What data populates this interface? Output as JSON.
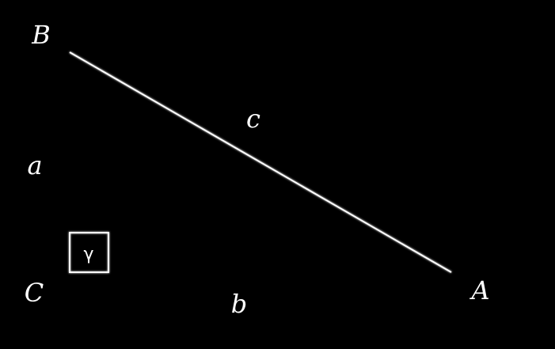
{
  "vertices": {
    "A": "A",
    "B": "B",
    "C": "C"
  },
  "sides": {
    "a": "a",
    "b": "b",
    "c": "c"
  },
  "right_angle_marker": {
    "label": "γ"
  },
  "colors": {
    "background": "#000000",
    "stroke": "#ffffff",
    "text": "#ffffff"
  }
}
